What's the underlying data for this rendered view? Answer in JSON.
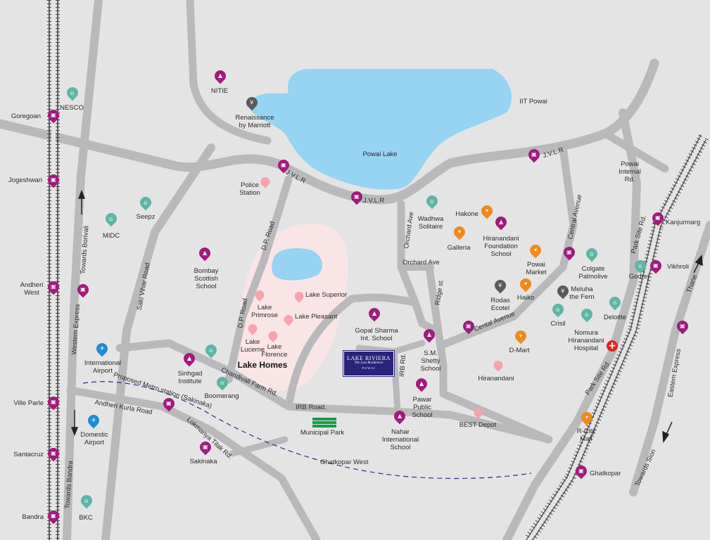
{
  "colors": {
    "background": "#e4e4e5",
    "road": "#b9b9bb",
    "lake": "#97d3f2",
    "lake_homes_area": "#fae5e6",
    "metro_line": "#2a2f8a",
    "railway": "#444444",
    "station_pin": "#a21a7c",
    "school_pin": "#a21a7c",
    "landmark_pin": "#5fb5a6",
    "shop_pin": "#ee8a1e",
    "food_pin": "#5a5a5a",
    "poi_dot": "#f4a4ad",
    "airport": "#1f8cd0",
    "hospital": "#e2231a",
    "park": "#1a9a4a"
  },
  "project": {
    "logo_title": "LAKE RIVIERA",
    "logo_subtitle": "The Last Residences",
    "logo_location": "POWAI",
    "lake_homes": "Lake Homes"
  },
  "water": {
    "powai_lake": "Powai Lake"
  },
  "roads": {
    "jvlr_1": "J.V.L.R",
    "jvlr_2": "J.V.L.R",
    "jvlr_3": "J.V.L.R",
    "dp_road_1": "D.P. Road",
    "dp_road_2": "D.P. Road",
    "orchard_ave_v": "Orchard Ave",
    "orchard_ave_h": "Orchard Ave",
    "central_avenue": "Central Avenue",
    "cental_avenue": "Cental Avenue",
    "ridge_st": "Ridge st.",
    "irb_rd": "IRB Rd.",
    "irb_road": "IRB Road.",
    "chandivali": "Chandivali Farm Rd.",
    "saki_vihar": "Saki Vihar Road",
    "western_express": "Western Express",
    "towards_borivali": "Towards Borivali",
    "towards_bandra": "Towards Bandra",
    "andheri_kurla": "Andheri Kurla Road",
    "lokmanya": "Lokmanya Tilak Rd.",
    "proposed_metro": "Proposed Metro station (Sakinaka)",
    "ghatkopar_west": "Ghatkopar West",
    "park_site_rd_1": "Park Site Rd.",
    "park_site_rd_2": "Park Site Rd.",
    "powai_internal": "Powai\nInternal\nRd.",
    "eastern_express": "Eastern Express",
    "thane": "Thane",
    "towards_sion": "Towards Sion"
  },
  "stations": {
    "goregaon": "Goregoan",
    "jogeshwari": "Jogeshwari",
    "andheri_west": "Andheri\nWest",
    "ville_parle": "Ville Parle",
    "santacruz": "Santacruz",
    "bandra": "Bandra",
    "kanjurmarg": "Kanjurmarg",
    "vikhroli": "Vikhroli",
    "ghatkopar": "Ghatkopar",
    "sakinaka": "Sakinaka"
  },
  "places": {
    "nesco": "NESCO",
    "nitie": "NITIE",
    "renaissance": "Renaissance\nby Marriott",
    "iit_powai": "IIT Powai",
    "police_station": "Police\nStation",
    "seepz": "Seepz",
    "midc": "MIDC",
    "bombay_scottish": "Bombay\nScottish\nSchool",
    "lake_primrose": "Lake\nPrimrose",
    "lake_superior": "Lake Superior",
    "lake_pleasant": "Lake Pleasant",
    "lake_lucerne": "Lake\nLucerne",
    "lake_florence": "Lake\nFlorence",
    "gopal_sharma": "Gopal Sharma\nInt. School",
    "sm_shetty": "S.M.\nShetty\nSchool",
    "wadhwa": "Wadhwa\nSolitaire",
    "hakone": "Hakone",
    "galleria": "Galleria",
    "hiranandani_foundation": "Hiranandani\nFoundation\nSchool",
    "powai_market": "Powai\nMarket",
    "colgate": "Colgate\nPalmolive",
    "godrej": "Godrej",
    "rodas": "Rodas\nEcotel",
    "haiko": "Haiko",
    "meluha": "Meluha\nthe Fern",
    "crisil": "Crisil",
    "deloitte": "Deloitte",
    "nomura": "Nomura\nHiranandani\nHospital",
    "d_mart": "D-Mart",
    "hiranandani": "Hiranandani",
    "pawar_school": "Pawar\nPublic\nSchool",
    "best_depot": "BEST Depot",
    "nahar": "Nahar\nInternational\nSchool",
    "municipal_park": "Municipal Park",
    "r_city": "R-City\nMall",
    "international_airport": "International\nAirport",
    "domestic_airport": "Domestic\nAirport",
    "sinhgad": "Sinhgad\nInstitute",
    "boomerang": "Boomerang",
    "bkc": "BKC"
  },
  "icons": {
    "station": "train-icon",
    "school": "mortarboard-icon",
    "landmark": "building-icon",
    "shop": "cart-icon",
    "food": "cutlery-icon",
    "airport": "airplane-icon",
    "hospital": "red-cross-icon",
    "park": "park-icon"
  }
}
